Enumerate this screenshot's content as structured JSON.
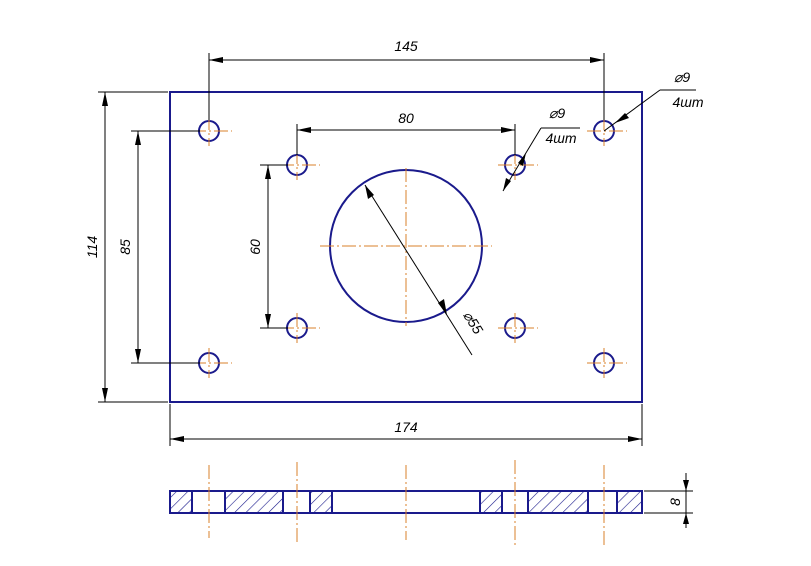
{
  "dimensions": {
    "holes_outer_span": "145",
    "holes_inner_span": "80",
    "plate_height": "114",
    "holes_outer_vertical": "85",
    "holes_inner_vertical": "60",
    "plate_width": "174",
    "thickness": "8",
    "center_bore": "⌀55"
  },
  "callouts": {
    "inner_hole": {
      "diameter": "⌀9",
      "quantity": "4шт"
    },
    "outer_hole": {
      "diameter": "⌀9",
      "quantity": "4шт"
    }
  },
  "colors": {
    "part_outline": "#1a1a8c",
    "center_lines": "#d9822b",
    "dimension_lines": "#000000"
  }
}
